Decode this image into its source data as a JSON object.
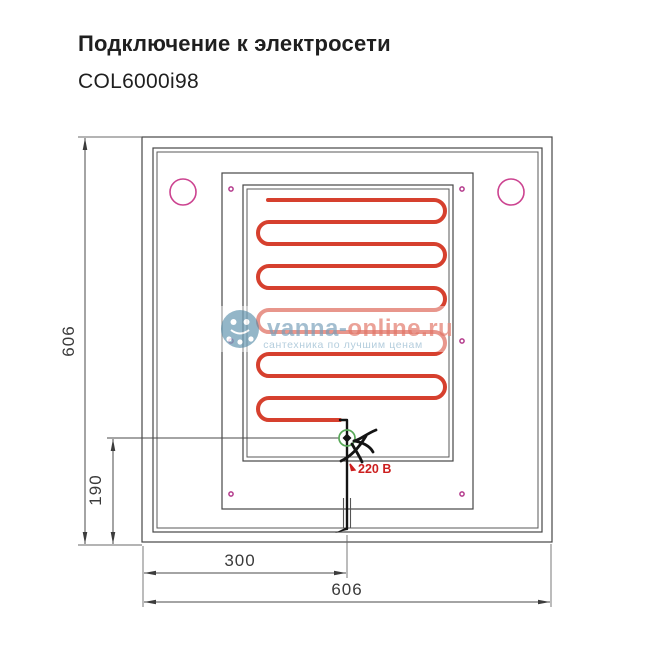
{
  "header": {
    "title": "Подключение к электросети",
    "model": "COL6000i98"
  },
  "dimensions": {
    "total_height": "606",
    "total_width": "606",
    "connection_height_from_bottom": "190",
    "connection_offset_from_left": "300"
  },
  "labels": {
    "voltage": "220 В"
  },
  "watermark": {
    "brand_part1": "vanna-",
    "brand_part2": "online.ru",
    "tagline": "сантехника по лучшим ценам"
  },
  "colors": {
    "heating_element": "#d6402e",
    "mount_pink": "#cc4390",
    "connector_green": "#58a858",
    "voltage_red": "#cc1f1f",
    "wm_blue": "#8fb0c6",
    "wm_salmon": "#e78e82",
    "wm_light": "#a4c3d6",
    "wm_logo": "#6d9bb4"
  }
}
